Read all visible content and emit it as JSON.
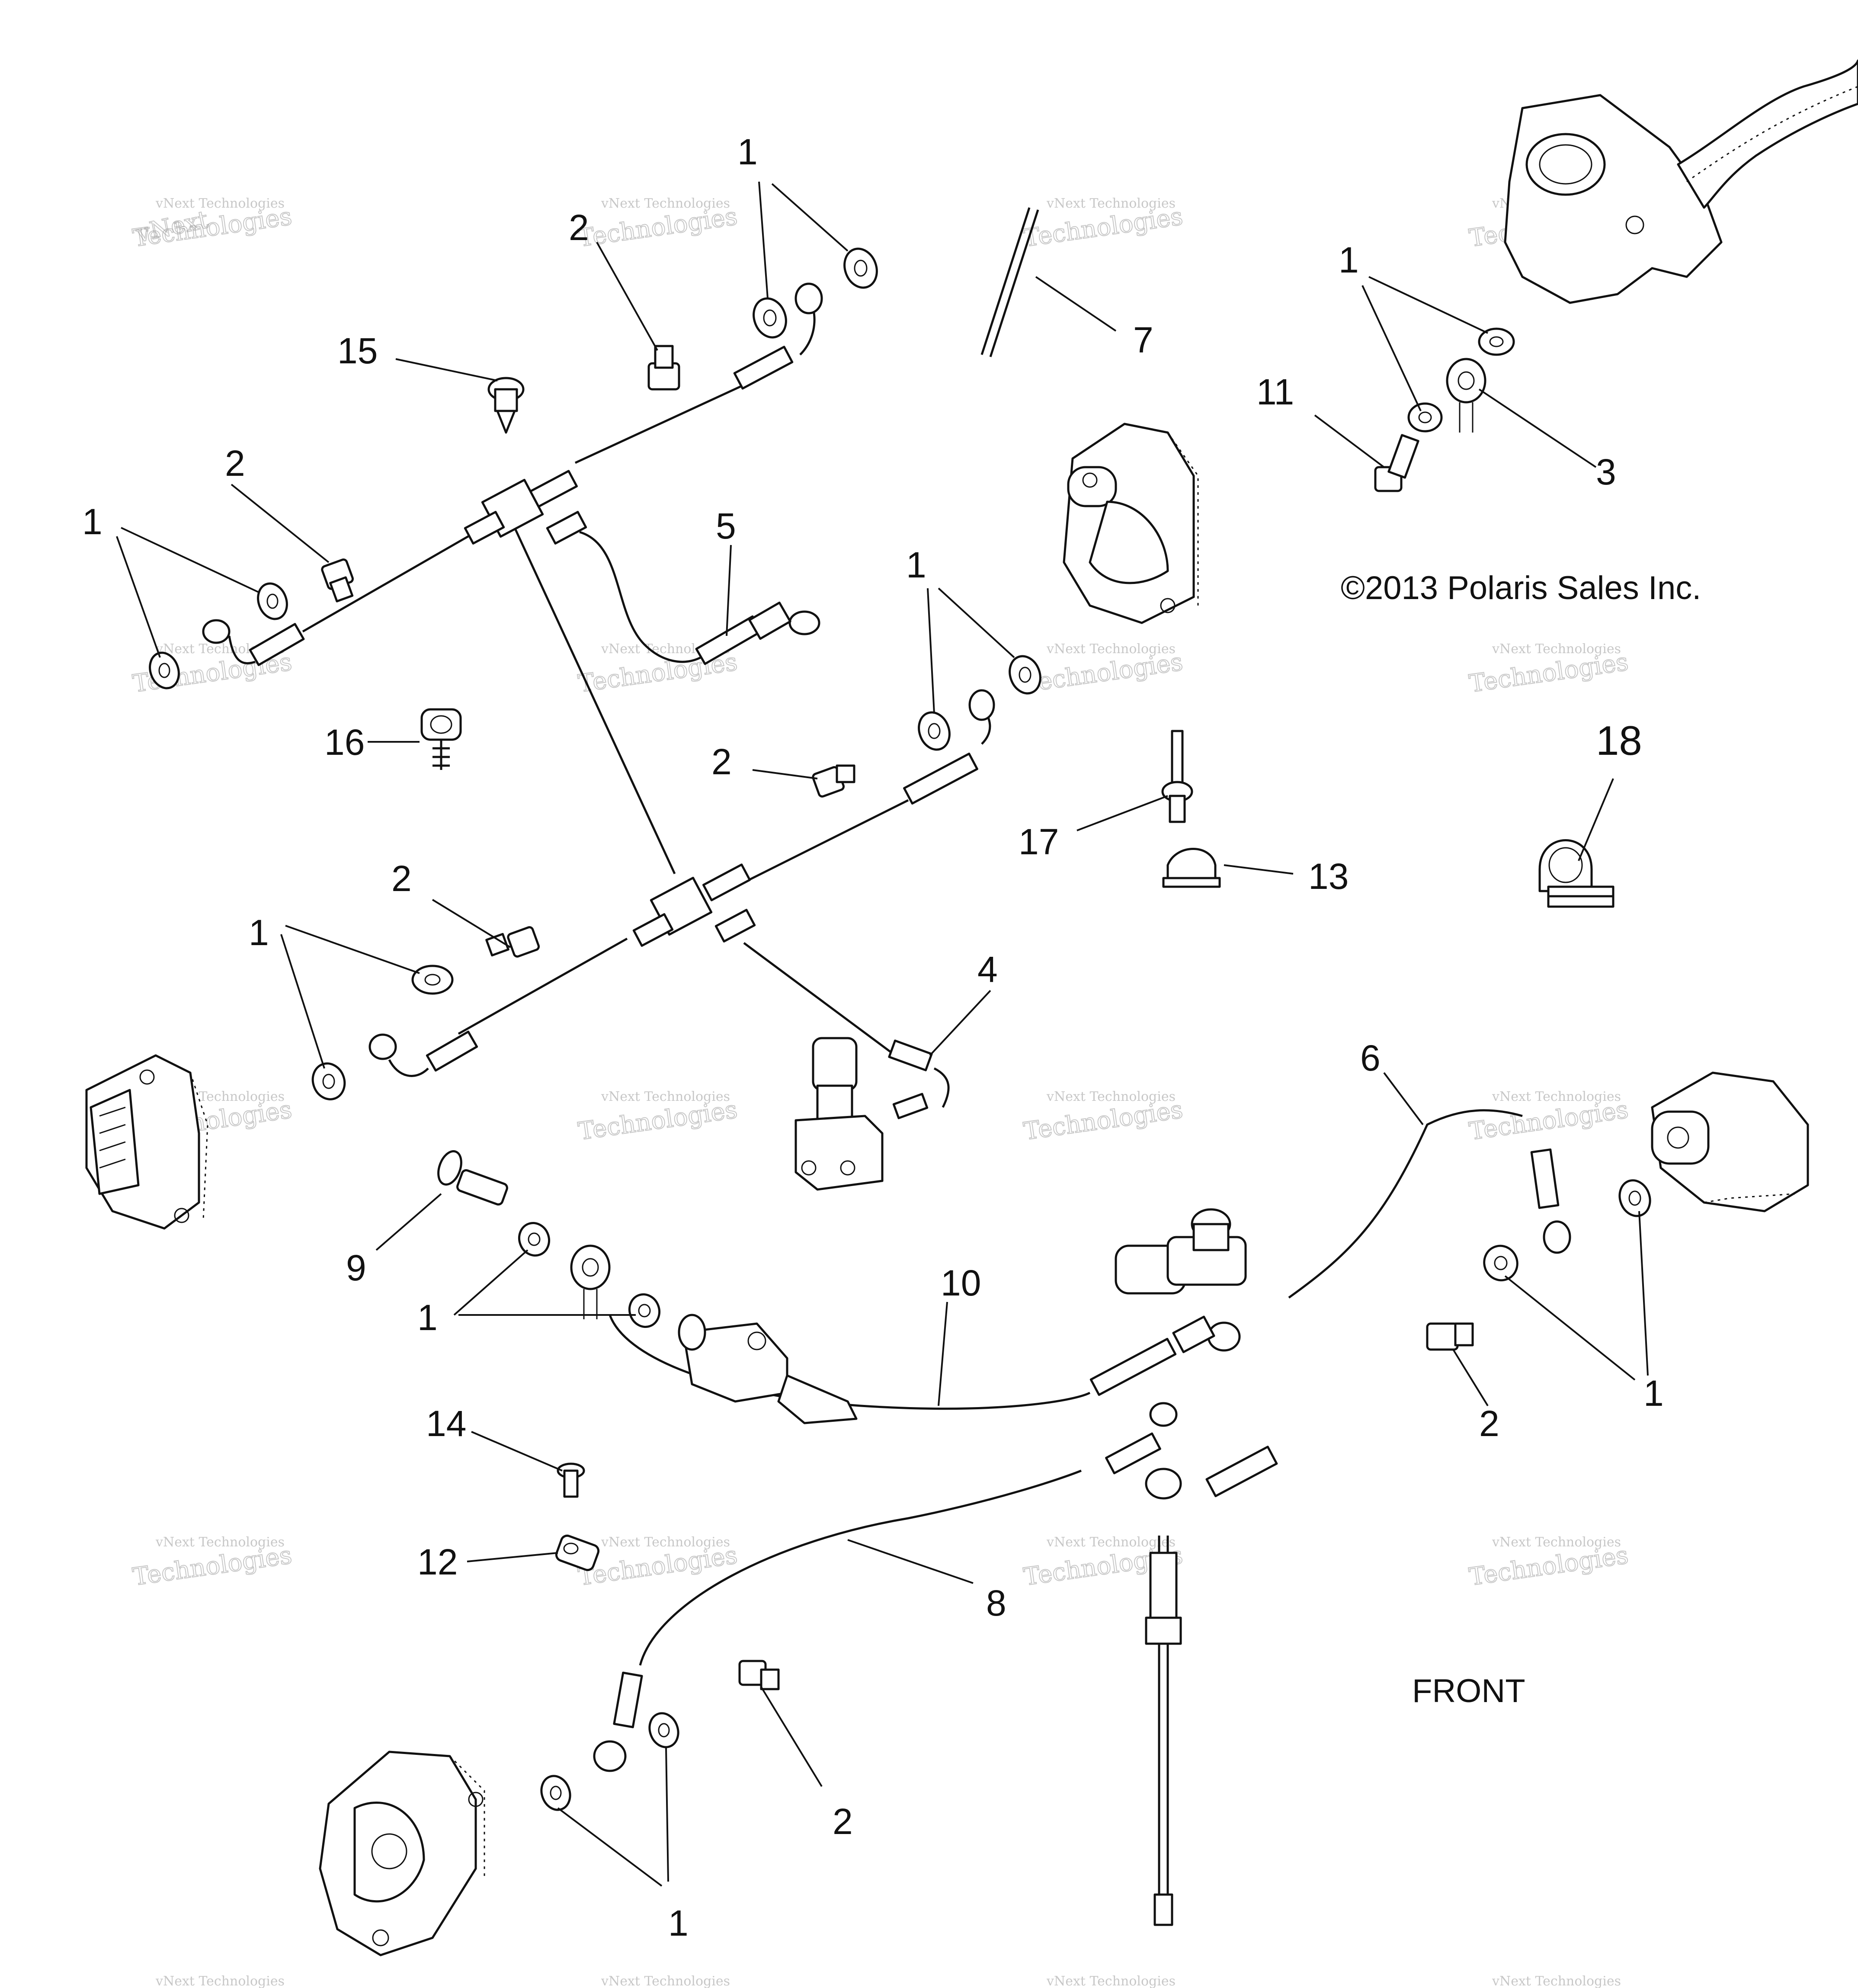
{
  "copyright": "©2013 Polaris Sales Inc.",
  "front_label": "FRONT",
  "watermark": {
    "line1": "vNext Technologies",
    "line2": "Technologies",
    "line3": "vNext"
  },
  "callouts": {
    "c1": "1",
    "c2": "2",
    "c3": "3",
    "c4": "4",
    "c5": "5",
    "c6": "6",
    "c7": "7",
    "c8": "8",
    "c9": "9",
    "c10": "10",
    "c11": "11",
    "c12": "12",
    "c13": "13",
    "c14": "14",
    "c15": "15",
    "c16": "16",
    "c17": "17",
    "c18": "18"
  }
}
